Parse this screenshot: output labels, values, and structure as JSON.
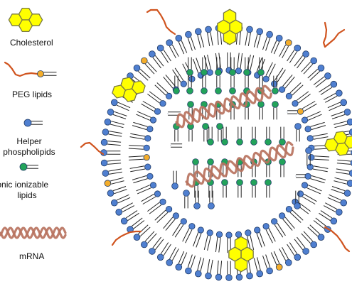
{
  "legend": {
    "cholesterol": "Cholesterol",
    "peg_lipids": "PEG lipids",
    "helper_line1": "Helper",
    "helper_line2": "phospholipids",
    "cationic_line1": "Cationic ionizable",
    "cationic_line2": "lipids",
    "mrna": "mRNA"
  },
  "colors": {
    "helper_head": "#4f7fd0",
    "cationic_head": "#22a35a",
    "peg_head": "#f4ad2a",
    "cholesterol_fill": "#ffff00",
    "cholesterol_stroke": "#777744",
    "peg_chain": "#d0541f",
    "mrna_strand": "#b9735f",
    "head_outline": "#1f3a66"
  },
  "icons": [
    "cholesterol-icon",
    "peg-lipid-icon",
    "helper-phospholipid-icon",
    "cationic-lipid-icon",
    "mrna-icon"
  ]
}
